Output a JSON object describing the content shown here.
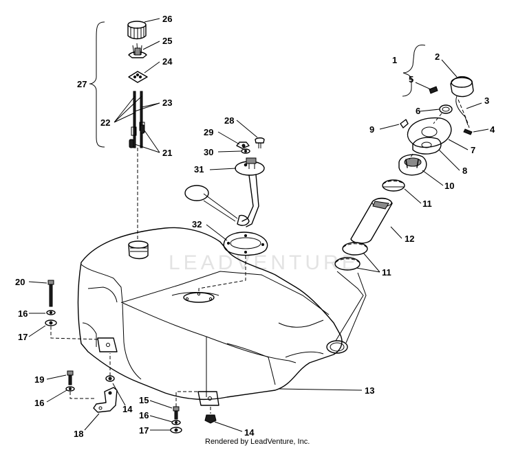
{
  "watermark": "LEADVENTURE",
  "credit": "Rendered by LeadVenture, Inc.",
  "callouts": {
    "c1": "1",
    "c2": "2",
    "c3": "3",
    "c4": "4",
    "c5": "5",
    "c6": "6",
    "c7": "7",
    "c8": "8",
    "c9": "9",
    "c10": "10",
    "c11a": "11",
    "c11b": "11",
    "c12": "12",
    "c13": "13",
    "c14a": "14",
    "c14b": "14",
    "c15": "15",
    "c16a": "16",
    "c16b": "16",
    "c16c": "16",
    "c17a": "17",
    "c17b": "17",
    "c18": "18",
    "c19": "19",
    "c20": "20",
    "c21": "21",
    "c22": "22",
    "c23": "23",
    "c24": "24",
    "c25": "25",
    "c26": "26",
    "c27": "27",
    "c28": "28",
    "c29": "29",
    "c30": "30",
    "c31": "31",
    "c32": "32"
  }
}
